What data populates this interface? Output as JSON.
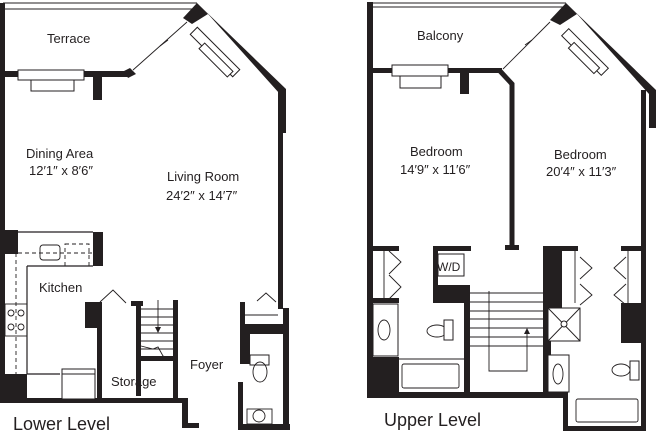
{
  "lower_level": {
    "title": "Lower Level",
    "rooms": {
      "terrace": {
        "name": "Terrace"
      },
      "dining": {
        "name": "Dining  Area",
        "dims": "12′1″ x 8′6″"
      },
      "living": {
        "name": "Living Room",
        "dims": "24′2″ x 14′7″"
      },
      "kitchen": {
        "name": "Kitchen"
      },
      "storage": {
        "name": "Storage"
      },
      "foyer": {
        "name": "Foyer"
      }
    }
  },
  "upper_level": {
    "title": "Upper Level",
    "rooms": {
      "balcony": {
        "name": "Balcony"
      },
      "bedroom1": {
        "name": "Bedroom",
        "dims": "14′9″ x 11′6″"
      },
      "bedroom2": {
        "name": "Bedroom",
        "dims": "20′4″ x 11′3″"
      },
      "washer_dryer": {
        "name": "W/D"
      }
    }
  },
  "colors": {
    "wall": "#231f20",
    "background": "#ffffff"
  }
}
